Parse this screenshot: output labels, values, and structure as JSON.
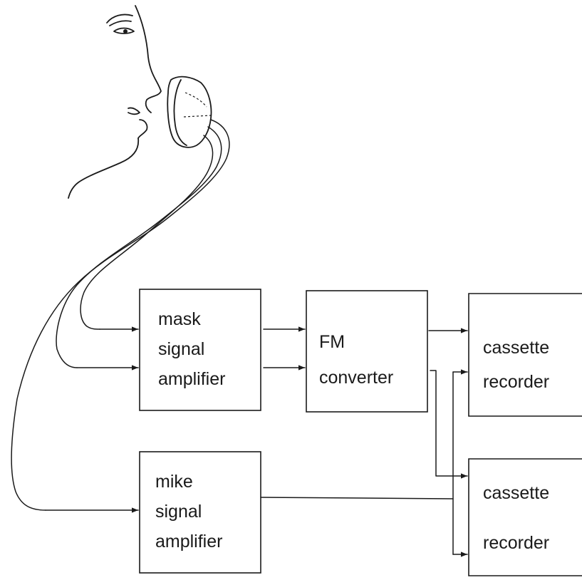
{
  "blocks": {
    "mask_amp": {
      "line1": "mask",
      "line2": "signal",
      "line3": "amplifier"
    },
    "fm_conv": {
      "line1": "FM",
      "line2": "converter"
    },
    "cassette1": {
      "line1": "cassette",
      "line2": "recorder"
    },
    "mike_amp": {
      "line1": "mike",
      "line2": "signal",
      "line3": "amplifier"
    },
    "cassette2": {
      "line1": "cassette",
      "line2": "recorder"
    }
  },
  "colors": {
    "ink": "#1a1a1a",
    "paper": "#ffffff"
  }
}
